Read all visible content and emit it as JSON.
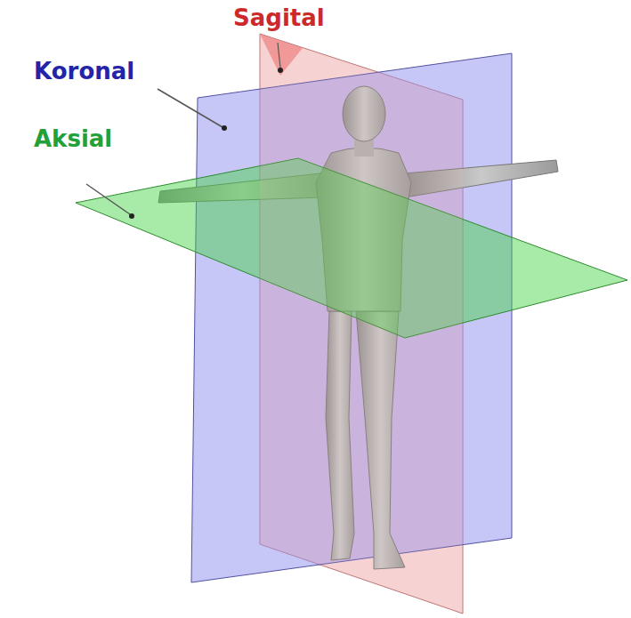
{
  "diagram": {
    "labels": [
      "Sagital",
      "Koronal",
      "Aksial"
    ]
  }
}
